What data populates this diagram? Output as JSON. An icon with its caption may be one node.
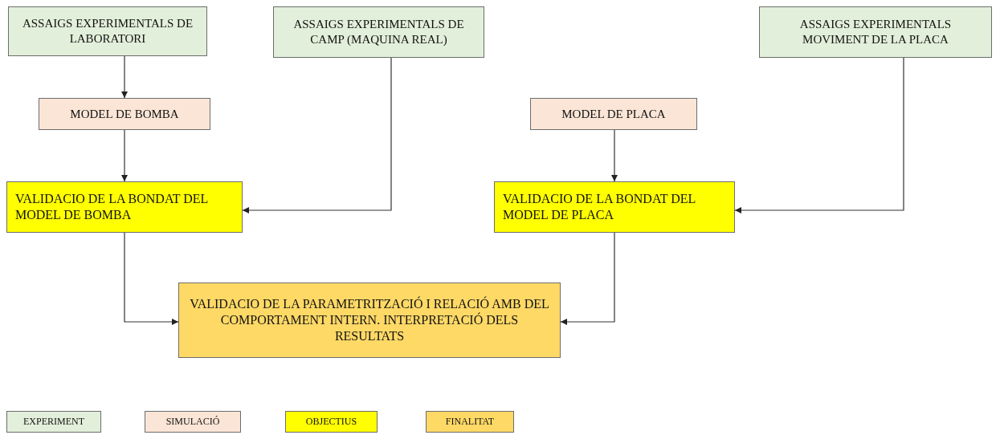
{
  "diagram": {
    "nodes": [
      {
        "text": [
          "ASSAIGS EXPERIMENTALS DE LABORATORI"
        ]
      },
      {
        "text": [
          "ASSAIGS EXPERIMENTALS DE CAMP (MAQUINA REAL)"
        ]
      },
      {
        "text": [
          "ASSAIGS EXPERIMENTALS MOVIMENT DE LA PLACA"
        ]
      },
      {
        "text": [
          "MODEL DE BOMBA"
        ]
      },
      {
        "text": [
          "MODEL DE PLACA"
        ]
      },
      {
        "text": [
          "VALIDACIO DE LA BONDAT DEL MODEL DE BOMBA"
        ]
      },
      {
        "text": [
          "VALIDACIO DE LA BONDAT DEL MODEL DE PLACA"
        ]
      },
      {
        "text": [
          "VALIDACIO DE LA PARAMETRITZACIÓ I RELACIÓ AMB DEL COMPORTAMENT INTERN. INTERPRETACIÓ DELS RESULTATS"
        ]
      }
    ],
    "edges": [
      {
        "from": 0,
        "to": 3,
        "arrow": "to"
      },
      {
        "from": 3,
        "to": 5,
        "arrow": "to"
      },
      {
        "from": 1,
        "to": 5,
        "arrow": "to"
      },
      {
        "from": 4,
        "to": 6,
        "arrow": "to"
      },
      {
        "from": 2,
        "to": 6,
        "arrow": "to"
      },
      {
        "from": 5,
        "to": 7,
        "arrow": "to"
      },
      {
        "from": 6,
        "to": 7,
        "arrow": "to"
      }
    ],
    "legend": [
      {
        "text": "EXPERIMENT",
        "color": "#e2efda"
      },
      {
        "text": "SIMULACIÓ",
        "color": "#fbe5d6"
      },
      {
        "text": "OBJECTIUS",
        "color": "#ffff00"
      },
      {
        "text": "FINALITAT",
        "color": "#ffd966"
      }
    ]
  }
}
